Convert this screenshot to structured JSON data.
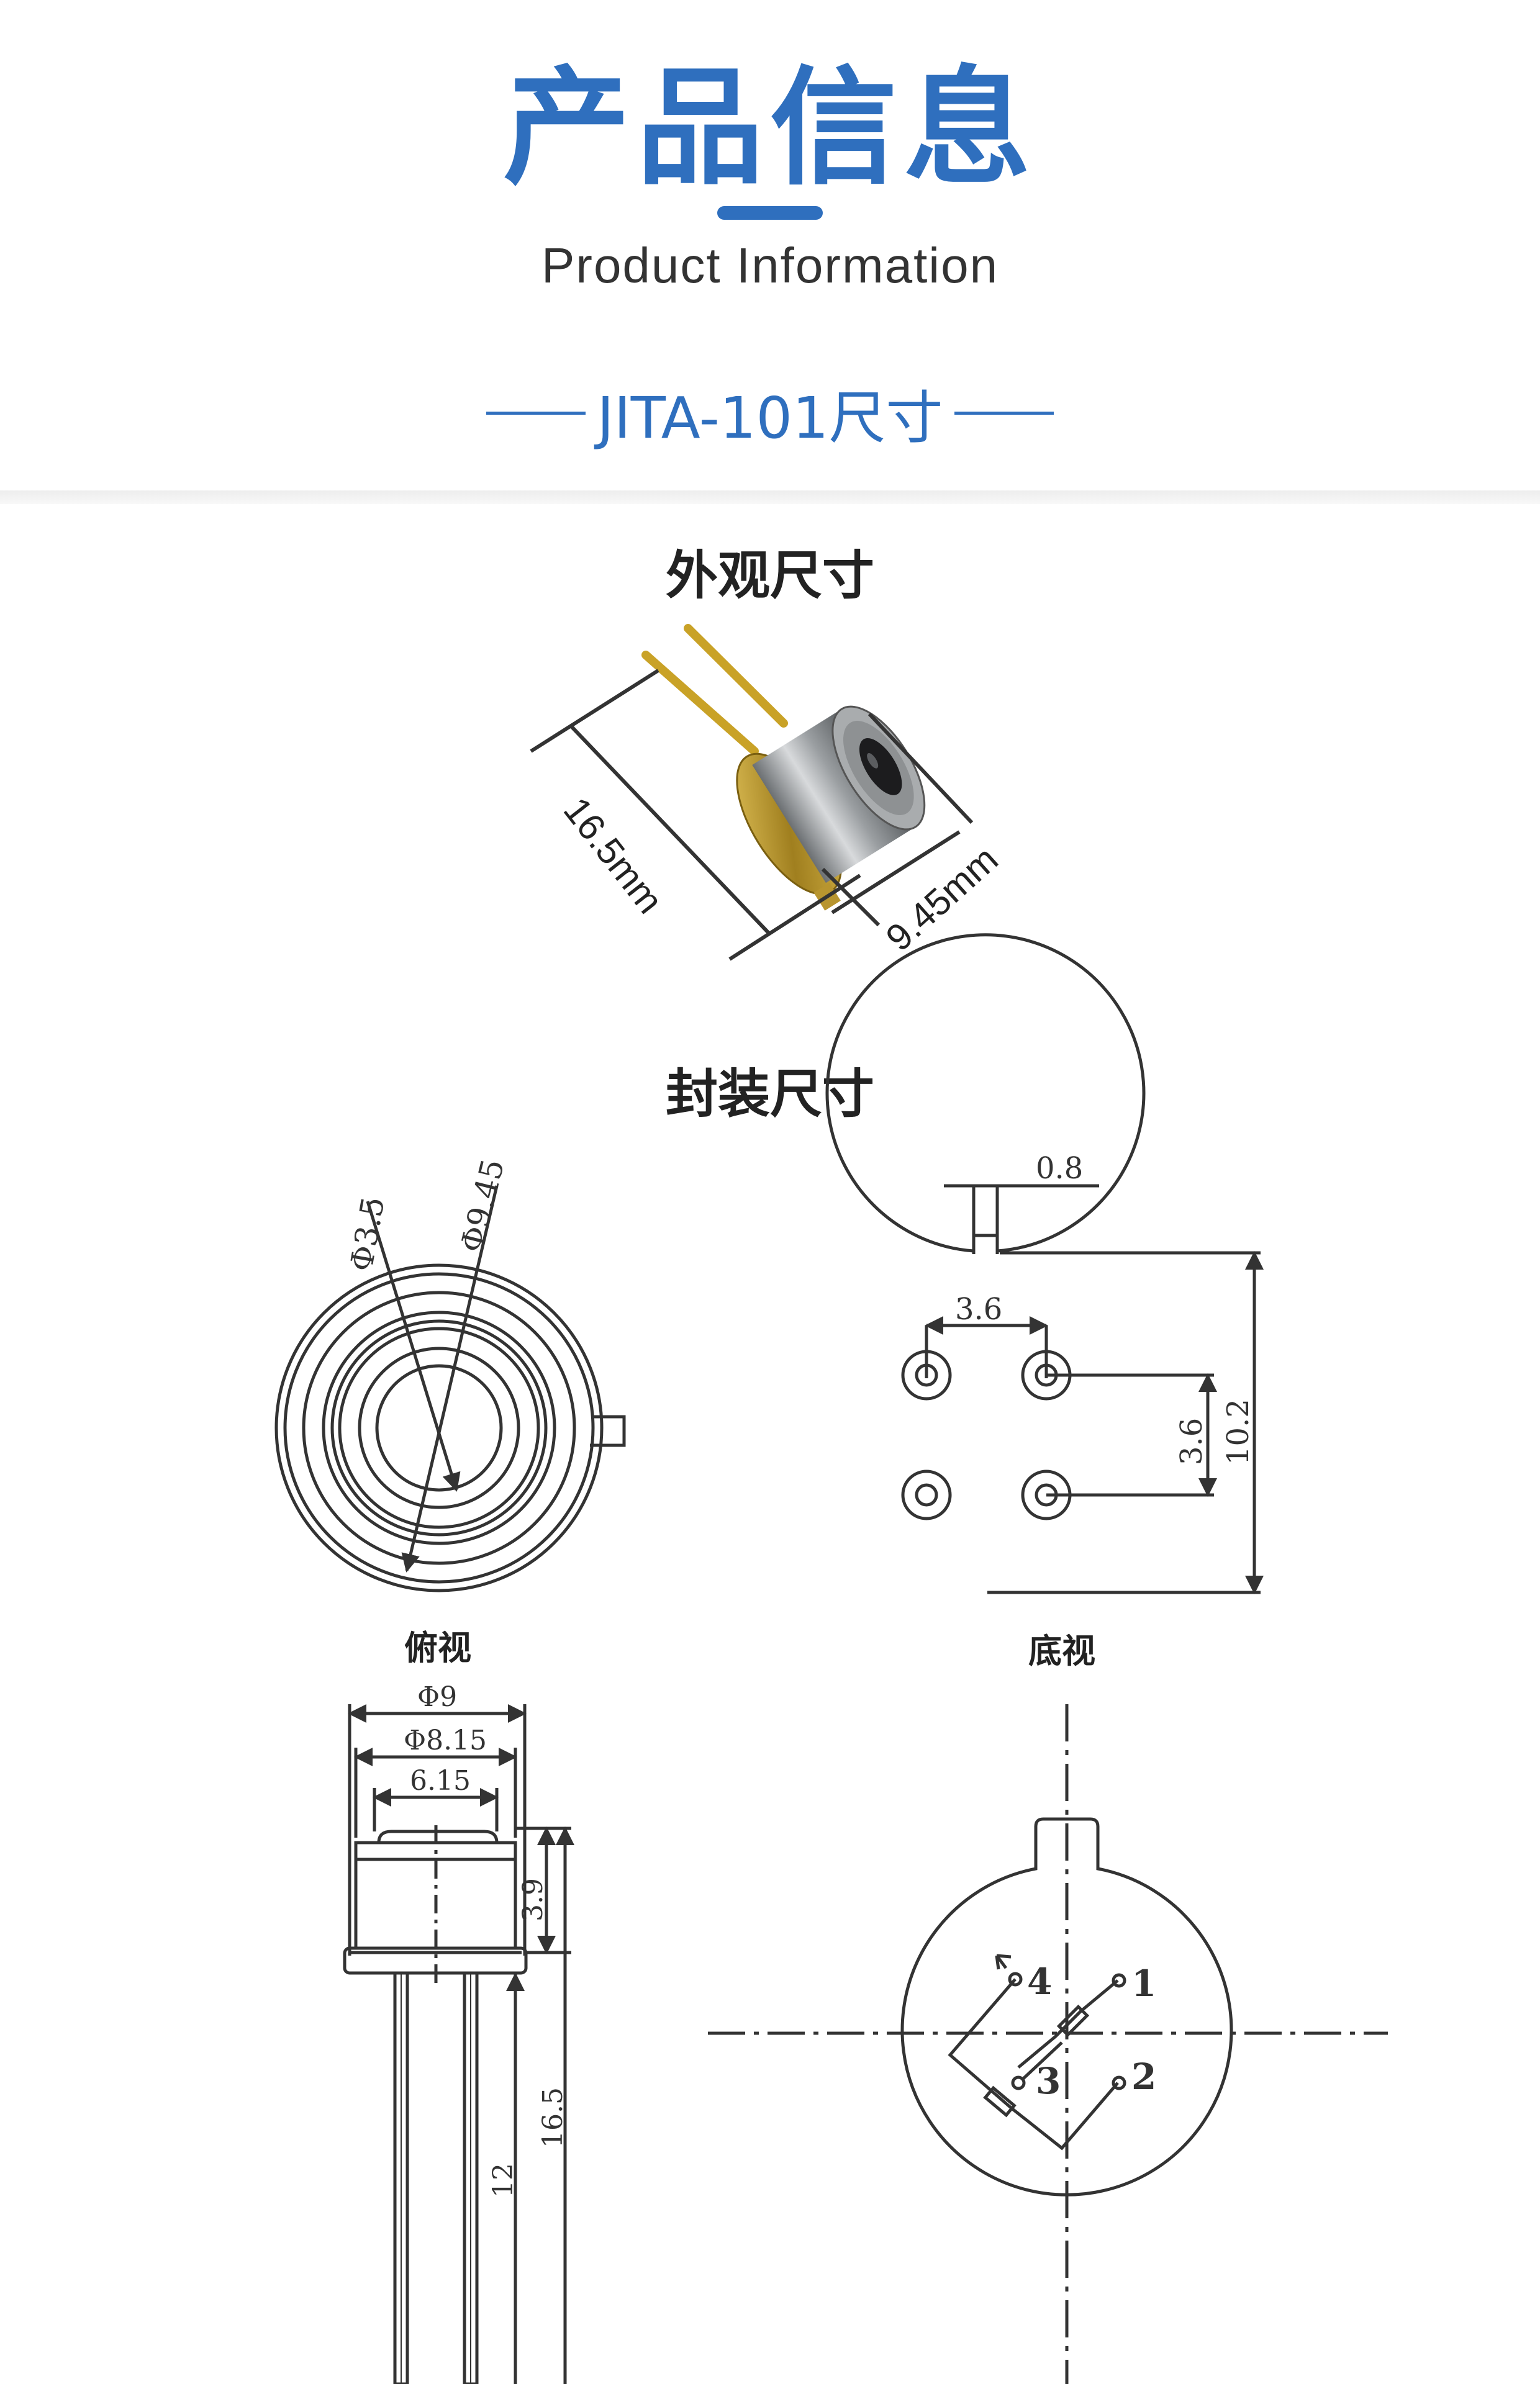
{
  "header": {
    "title_cn": "产品信息",
    "title_en": "Product Information",
    "model_title": "JITA-101尺寸"
  },
  "colors": {
    "accent": "#2f6fbe",
    "line": "#333333",
    "gold": "#c9a227"
  },
  "sections": {
    "appearance": {
      "title": "外观尺寸",
      "length": "16.5mm",
      "diameter": "9.45mm"
    },
    "package": {
      "title": "封装尺寸"
    }
  },
  "views": {
    "top": {
      "label": "俯视",
      "window_dia": "Φ3.5",
      "body_dia": "Φ9.45"
    },
    "bottom": {
      "label": "底视",
      "tab_width": "0.8",
      "pin_spacing_h": "3.6",
      "pin_spacing_v": "3.6",
      "total_height": "10.2"
    },
    "side": {
      "dia_flange": "Φ9",
      "dia_can": "Φ8.15",
      "window_width": "6.15",
      "can_height": "3.9",
      "lead_length": "12",
      "total_length": "16.5"
    },
    "pinout": {
      "pins": [
        "1",
        "2",
        "3",
        "4"
      ]
    }
  }
}
